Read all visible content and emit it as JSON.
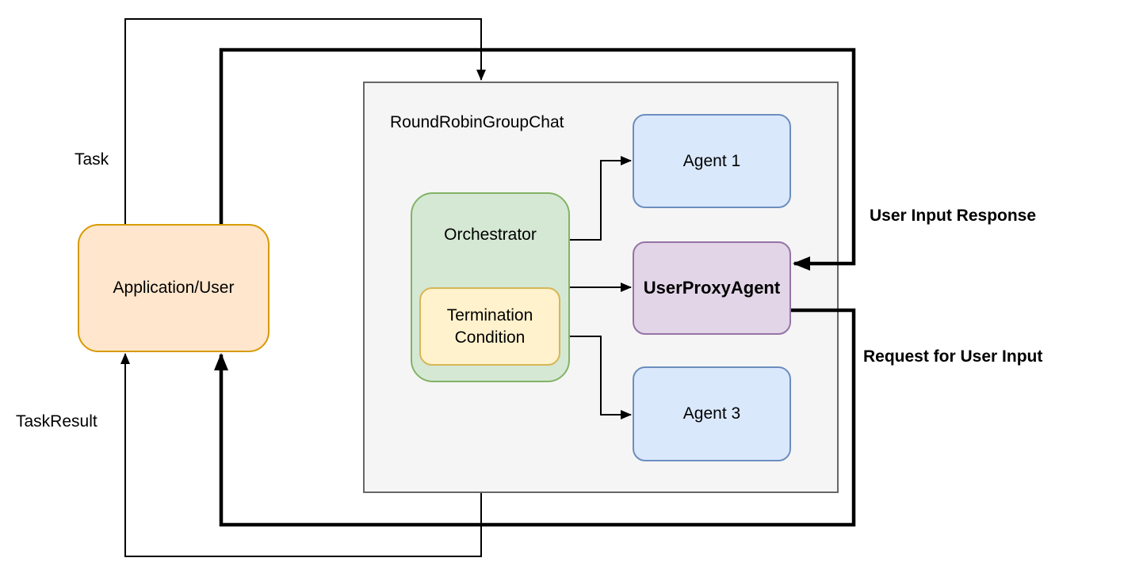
{
  "diagram": {
    "type": "flow-diagram",
    "container": {
      "title": "RoundRobinGroupChat",
      "fill": "#f5f5f5",
      "border": "#666666"
    },
    "nodes": {
      "application_user": {
        "label": "Application/User",
        "fill": "#ffe6cc",
        "border": "#d79b00"
      },
      "orchestrator": {
        "label": "Orchestrator",
        "fill": "#d5e8d4",
        "border": "#82b366"
      },
      "termination": {
        "label": "Termination Condition",
        "fill": "#fff2cc",
        "border": "#d6b656"
      },
      "agent1": {
        "label": "Agent 1",
        "fill": "#dae8fc",
        "border": "#6c8ebf"
      },
      "user_proxy": {
        "label": "UserProxyAgent",
        "fill": "#e1d5e7",
        "border": "#9673a6"
      },
      "agent3": {
        "label": "Agent 3",
        "fill": "#dae8fc",
        "border": "#6c8ebf"
      }
    },
    "edges": [
      {
        "id": "task",
        "from": "Application/User",
        "to": "RoundRobinGroupChat",
        "label": "Task",
        "style": "thin"
      },
      {
        "id": "task-result",
        "from": "RoundRobinGroupChat",
        "to": "Application/User",
        "label": "TaskResult",
        "style": "thin"
      },
      {
        "id": "user-input-response",
        "from": "Application/User",
        "to": "UserProxyAgent",
        "label": "User Input Response",
        "style": "thick"
      },
      {
        "id": "request-for-user-input",
        "from": "UserProxyAgent",
        "to": "Application/User",
        "label": "Request for User Input",
        "style": "thick"
      },
      {
        "id": "orchestrator-to-agent1",
        "from": "Orchestrator",
        "to": "Agent 1",
        "label": "",
        "style": "thin"
      },
      {
        "id": "orchestrator-to-userproxy",
        "from": "Orchestrator",
        "to": "UserProxyAgent",
        "label": "",
        "style": "thin"
      },
      {
        "id": "orchestrator-to-agent3",
        "from": "Orchestrator",
        "to": "Agent 3",
        "label": "",
        "style": "thin"
      }
    ],
    "line_color": "#000000"
  }
}
